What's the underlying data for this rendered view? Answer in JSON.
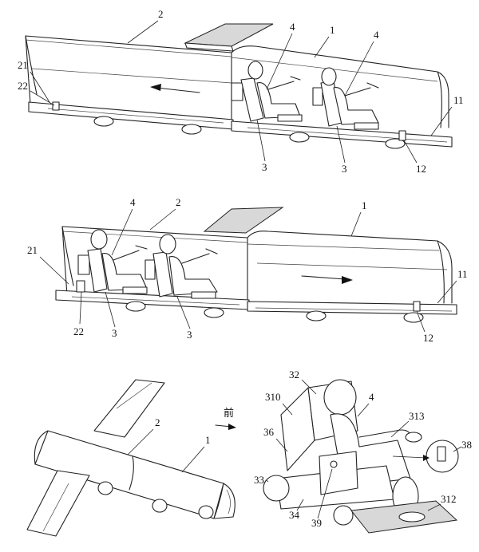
{
  "fig1": {
    "labels": {
      "l2": "2",
      "l1": "1",
      "l4a": "4",
      "l4b": "4",
      "l21": "21",
      "l22": "22",
      "l11": "11",
      "l3a": "3",
      "l3b": "3",
      "l12": "12"
    }
  },
  "fig2": {
    "labels": {
      "l4": "4",
      "l2": "2",
      "l1": "1",
      "l21": "21",
      "l11": "11",
      "l22": "22",
      "l3a": "3",
      "l3b": "3",
      "l12": "12"
    }
  },
  "fig3": {
    "labels": {
      "l2": "2",
      "l1": "1",
      "front": "前"
    }
  },
  "fig4": {
    "labels": {
      "l32": "32",
      "l310": "310",
      "l4": "4",
      "l313": "313",
      "l36": "36",
      "l38": "38",
      "l33": "33",
      "l34": "34",
      "l39": "39",
      "l312": "312"
    }
  }
}
